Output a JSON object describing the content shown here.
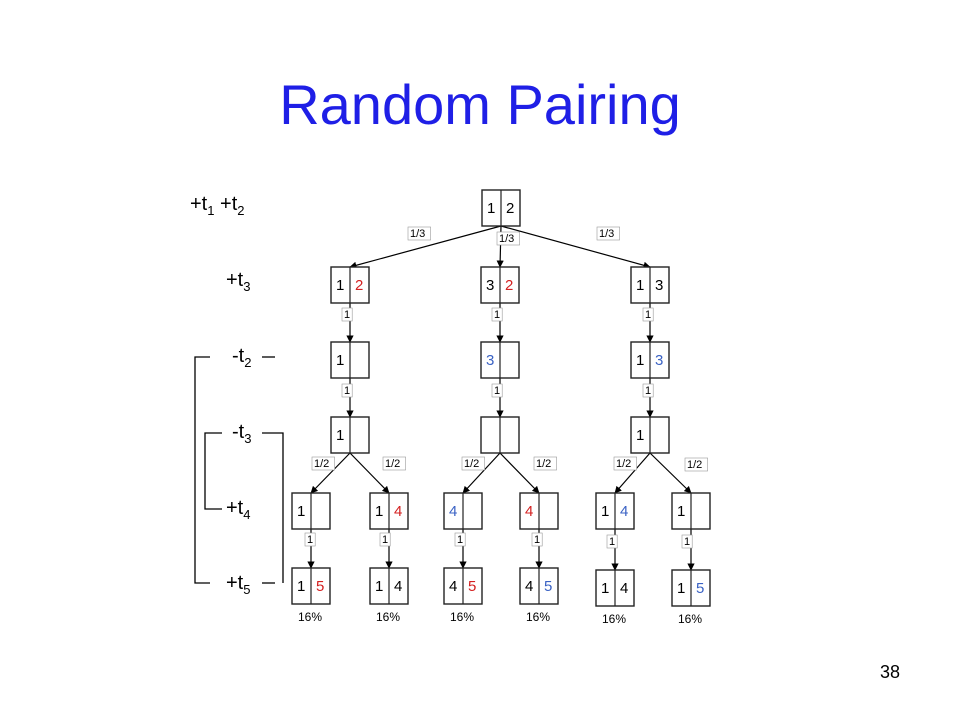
{
  "title": "Random Pairing",
  "slide_number": "38",
  "colors": {
    "title": "#1f1fe6",
    "red": "#d42020",
    "blue": "#3a62c4",
    "black": "#000000"
  },
  "row_labels": [
    {
      "parts": [
        {
          "t": "+t"
        },
        {
          "t": "1",
          "sub": true
        },
        {
          "t": " +t"
        },
        {
          "t": "2",
          "sub": true
        }
      ],
      "color": "black"
    },
    {
      "parts": [
        {
          "t": "+t"
        },
        {
          "t": "3",
          "sub": true
        }
      ],
      "color": "black"
    },
    {
      "parts": [
        {
          "t": "-t"
        },
        {
          "t": "2",
          "sub": true
        }
      ],
      "color": "red"
    },
    {
      "parts": [
        {
          "t": "-t"
        },
        {
          "t": "3",
          "sub": true
        }
      ],
      "color": "blue"
    },
    {
      "parts": [
        {
          "t": "+t"
        },
        {
          "t": "4",
          "sub": true
        }
      ],
      "color": "black"
    },
    {
      "parts": [
        {
          "t": "+t"
        },
        {
          "t": "5",
          "sub": true
        }
      ],
      "color": "black"
    }
  ],
  "nodes": [
    {
      "id": "root",
      "cells": [
        {
          "v": "1",
          "c": "black"
        },
        {
          "v": "2",
          "c": "black"
        }
      ]
    },
    {
      "id": "a1",
      "cells": [
        {
          "v": "1",
          "c": "black"
        },
        {
          "v": "2",
          "c": "red"
        }
      ]
    },
    {
      "id": "b1",
      "cells": [
        {
          "v": "3",
          "c": "black"
        },
        {
          "v": "2",
          "c": "red"
        }
      ]
    },
    {
      "id": "c1",
      "cells": [
        {
          "v": "1",
          "c": "black"
        },
        {
          "v": "3",
          "c": "black"
        }
      ]
    },
    {
      "id": "a2",
      "cells": [
        {
          "v": "1",
          "c": "black"
        },
        {
          "v": "",
          "c": "black"
        }
      ]
    },
    {
      "id": "b2",
      "cells": [
        {
          "v": "3",
          "c": "blue"
        },
        {
          "v": "",
          "c": "black"
        }
      ]
    },
    {
      "id": "c2",
      "cells": [
        {
          "v": "1",
          "c": "black"
        },
        {
          "v": "3",
          "c": "blue"
        }
      ]
    },
    {
      "id": "a3",
      "cells": [
        {
          "v": "1",
          "c": "black"
        },
        {
          "v": "",
          "c": "black"
        }
      ]
    },
    {
      "id": "b3",
      "cells": [
        {
          "v": "",
          "c": "black"
        },
        {
          "v": "",
          "c": "black"
        }
      ]
    },
    {
      "id": "c3",
      "cells": [
        {
          "v": "1",
          "c": "black"
        },
        {
          "v": "",
          "c": "black"
        }
      ]
    },
    {
      "id": "a4l",
      "cells": [
        {
          "v": "1",
          "c": "black"
        },
        {
          "v": "",
          "c": "black"
        }
      ]
    },
    {
      "id": "a4r",
      "cells": [
        {
          "v": "1",
          "c": "black"
        },
        {
          "v": "4",
          "c": "red"
        }
      ]
    },
    {
      "id": "b4l",
      "cells": [
        {
          "v": "4",
          "c": "blue"
        },
        {
          "v": "",
          "c": "black"
        }
      ]
    },
    {
      "id": "b4r",
      "cells": [
        {
          "v": "4",
          "c": "red"
        },
        {
          "v": "",
          "c": "black"
        }
      ]
    },
    {
      "id": "c4l",
      "cells": [
        {
          "v": "1",
          "c": "black"
        },
        {
          "v": "4",
          "c": "blue"
        }
      ]
    },
    {
      "id": "c4r",
      "cells": [
        {
          "v": "1",
          "c": "black"
        },
        {
          "v": "",
          "c": "black"
        }
      ]
    },
    {
      "id": "a5l",
      "cells": [
        {
          "v": "1",
          "c": "black"
        },
        {
          "v": "5",
          "c": "red"
        }
      ]
    },
    {
      "id": "a5r",
      "cells": [
        {
          "v": "1",
          "c": "black"
        },
        {
          "v": "4",
          "c": "black"
        }
      ]
    },
    {
      "id": "b5l",
      "cells": [
        {
          "v": "4",
          "c": "black"
        },
        {
          "v": "5",
          "c": "red"
        }
      ]
    },
    {
      "id": "b5r",
      "cells": [
        {
          "v": "4",
          "c": "black"
        },
        {
          "v": "5",
          "c": "blue"
        }
      ]
    },
    {
      "id": "c5l",
      "cells": [
        {
          "v": "1",
          "c": "black"
        },
        {
          "v": "4",
          "c": "black"
        }
      ]
    },
    {
      "id": "c5r",
      "cells": [
        {
          "v": "1",
          "c": "black"
        },
        {
          "v": "5",
          "c": "blue"
        }
      ]
    }
  ],
  "edges": [
    {
      "from": "root",
      "to": "a1",
      "label": "1/3"
    },
    {
      "from": "root",
      "to": "b1",
      "label": "1/3"
    },
    {
      "from": "root",
      "to": "c1",
      "label": "1/3"
    },
    {
      "from": "a1",
      "to": "a2",
      "label": "1"
    },
    {
      "from": "b1",
      "to": "b2",
      "label": "1"
    },
    {
      "from": "c1",
      "to": "c2",
      "label": "1"
    },
    {
      "from": "a2",
      "to": "a3",
      "label": "1"
    },
    {
      "from": "b2",
      "to": "b3",
      "label": "1"
    },
    {
      "from": "c2",
      "to": "c3",
      "label": "1"
    },
    {
      "from": "a3",
      "to": "a4l",
      "label": "1/2"
    },
    {
      "from": "a3",
      "to": "a4r",
      "label": "1/2"
    },
    {
      "from": "b3",
      "to": "b4l",
      "label": "1/2"
    },
    {
      "from": "b3",
      "to": "b4r",
      "label": "1/2"
    },
    {
      "from": "c3",
      "to": "c4l",
      "label": "1/2"
    },
    {
      "from": "c3",
      "to": "c4r",
      "label": "1/2"
    },
    {
      "from": "a4l",
      "to": "a5l",
      "label": "1"
    },
    {
      "from": "a4r",
      "to": "a5r",
      "label": "1"
    },
    {
      "from": "b4l",
      "to": "b5l",
      "label": "1"
    },
    {
      "from": "b4r",
      "to": "b5r",
      "label": "1"
    },
    {
      "from": "c4l",
      "to": "c5l",
      "label": "1"
    },
    {
      "from": "c4r",
      "to": "c5r",
      "label": "1"
    }
  ],
  "leaf_percents": [
    {
      "node": "a5l",
      "text": "16%"
    },
    {
      "node": "a5r",
      "text": "16%"
    },
    {
      "node": "b5l",
      "text": "16%"
    },
    {
      "node": "b5r",
      "text": "16%"
    },
    {
      "node": "c5l",
      "text": "16%"
    },
    {
      "node": "c5r",
      "text": "16%"
    }
  ]
}
